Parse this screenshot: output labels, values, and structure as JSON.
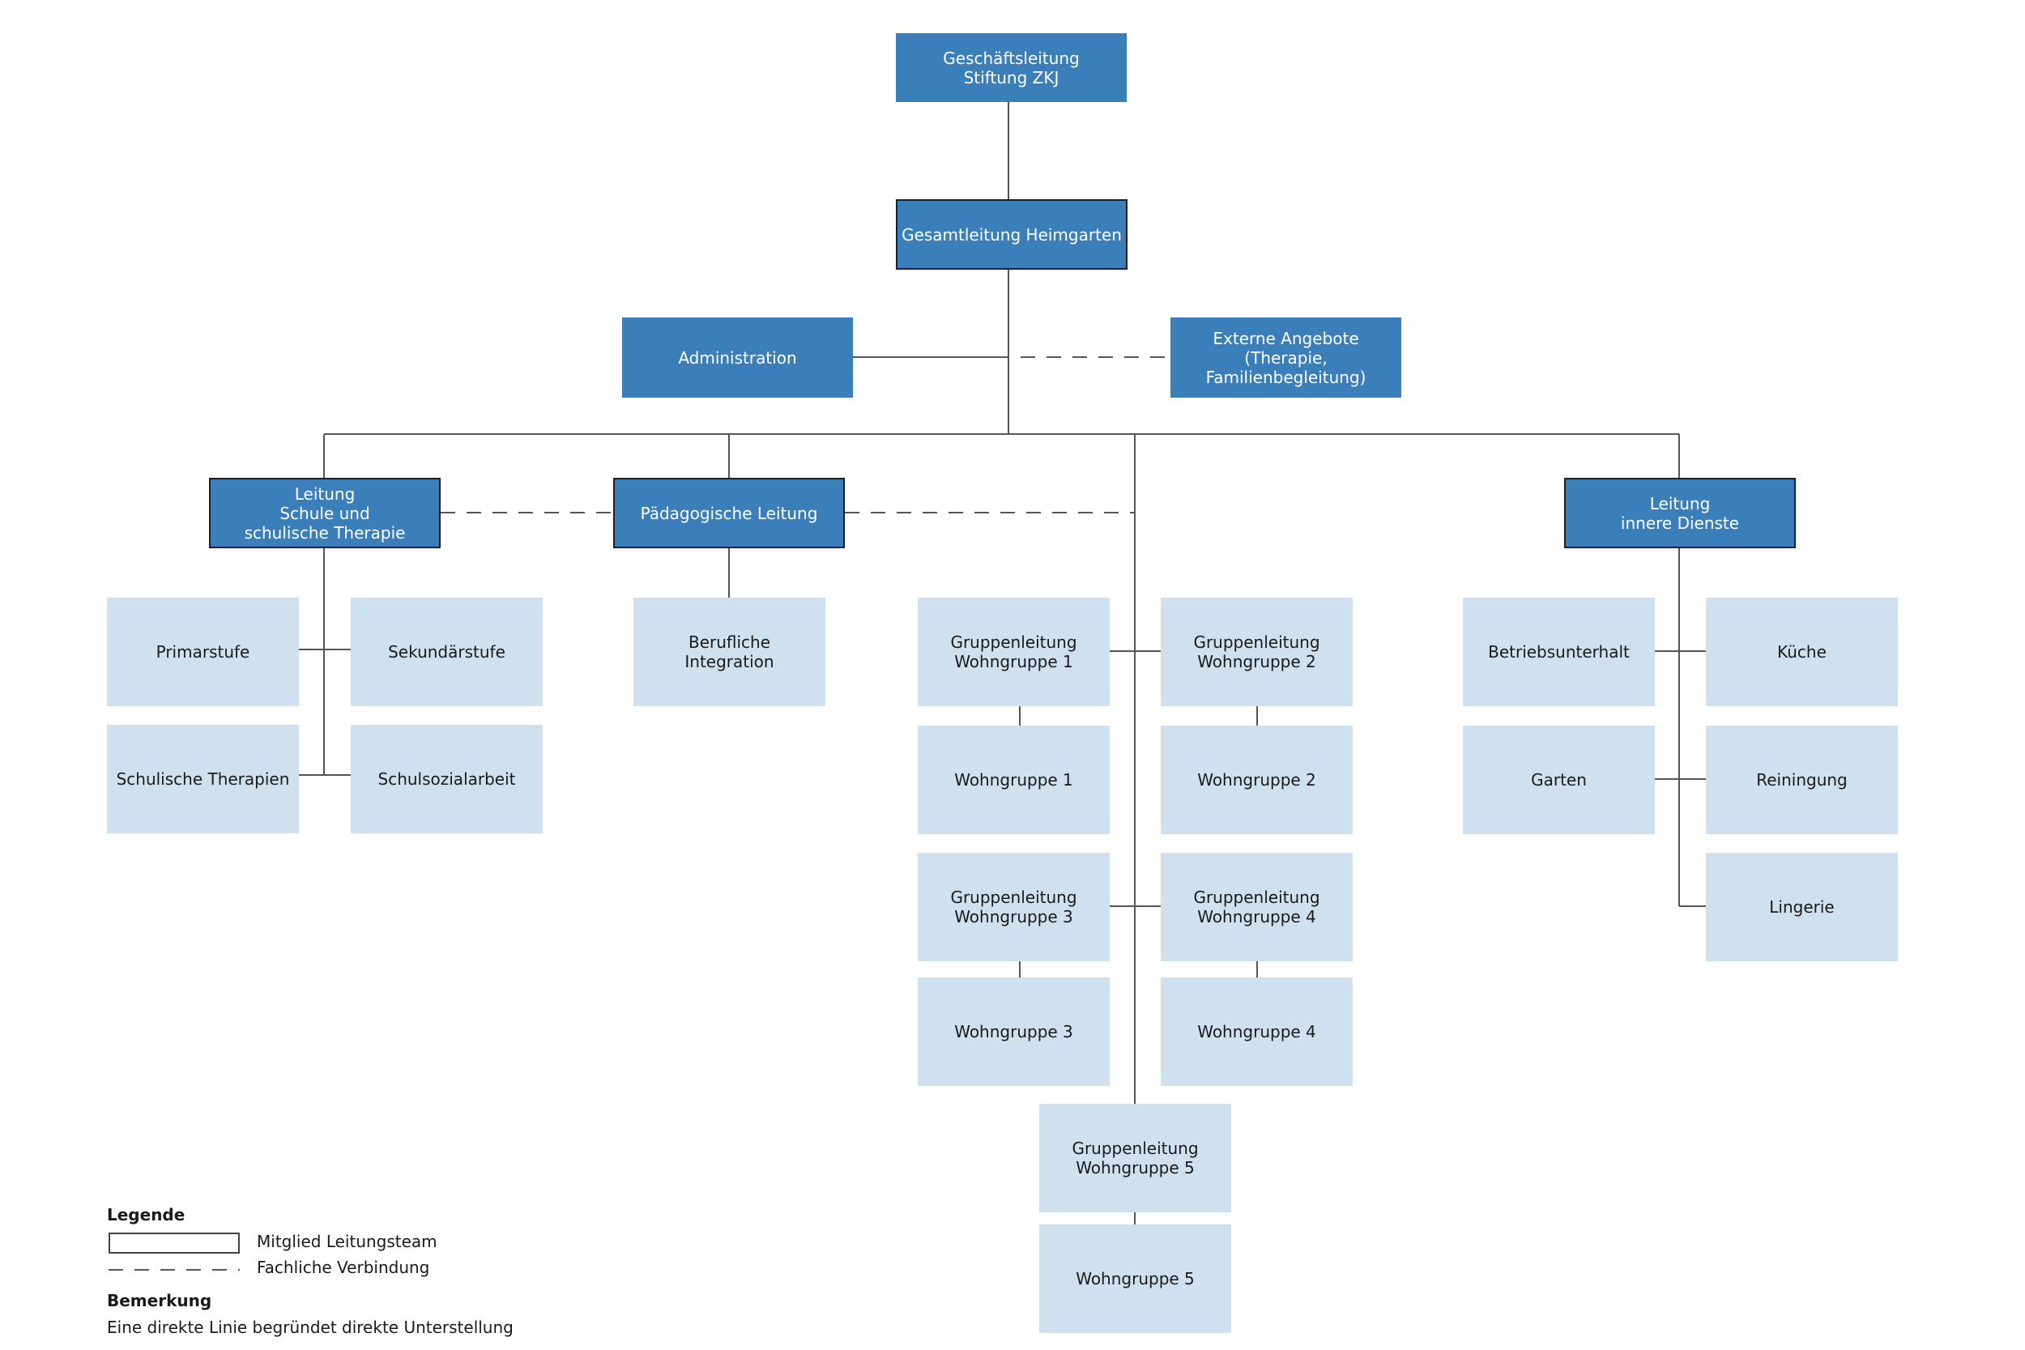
{
  "nodes": {
    "geschaeftsleitung": "Geschäftsleitung\nStiftung ZKJ",
    "gesamtleitung": "Gesamtleitung Heimgarten",
    "administration": "Administration",
    "externe_angebote": "Externe Angebote\n(Therapie,\nFamilienbegleitung)",
    "leitung_schule": "Leitung\nSchule und\nschulische Therapie",
    "paedagogische_leitung": "Pädagogische Leitung",
    "leitung_innere_dienste": "Leitung\ninnere Dienste",
    "primarstufe": "Primarstufe",
    "sekundarstufe": "Sekundärstufe",
    "schulische_therapien": "Schulische Therapien",
    "schulsozialarbeit": "Schulsozialarbeit",
    "berufliche_integration": "Berufliche\nIntegration",
    "gl_wg1": "Gruppenleitung\nWohngruppe 1",
    "gl_wg2": "Gruppenleitung\nWohngruppe 2",
    "wg1": "Wohngruppe 1",
    "wg2": "Wohngruppe 2",
    "gl_wg3": "Gruppenleitung\nWohngruppe 3",
    "gl_wg4": "Gruppenleitung\nWohngruppe 4",
    "wg3": "Wohngruppe 3",
    "wg4": "Wohngruppe 4",
    "gl_wg5": "Gruppenleitung\nWohngruppe 5",
    "wg5": "Wohngruppe 5",
    "betriebsunterhalt": "Betriebsunterhalt",
    "kueche": "Küche",
    "garten": "Garten",
    "reinigung": "Reiningung",
    "lingerie": "Lingerie"
  },
  "legend": {
    "title": "Legende",
    "member": "Mitglied Leitungsteam",
    "connection": "Fachliche Verbindung",
    "remark_title": "Bemerkung",
    "remark": "Eine direkte Linie begründet direkte Unterstellung"
  },
  "colors": {
    "dark_box": "#3a7fba",
    "light_box": "#cfe0ee",
    "line": "#555555",
    "border": "#1e1e1e"
  }
}
